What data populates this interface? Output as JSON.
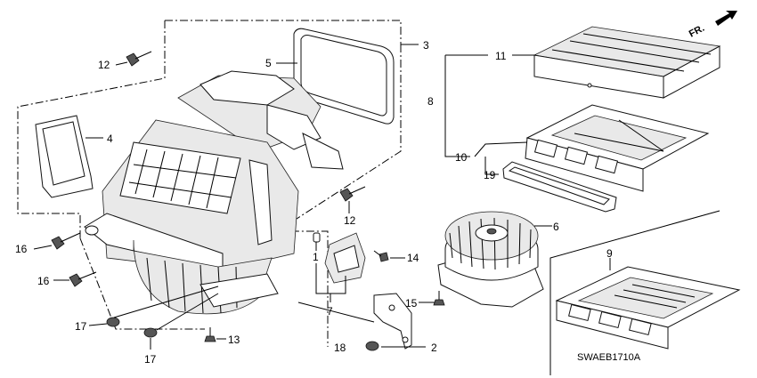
{
  "diagram": {
    "orientation_mark": "FR.",
    "drawing_code": "SWAEB1710A",
    "callouts": {
      "c1": "1",
      "c2": "2",
      "c3": "3",
      "c4": "4",
      "c5": "5",
      "c6": "6",
      "c7": "7",
      "c8": "8",
      "c9": "9",
      "c10": "10",
      "c11": "11",
      "c12a": "12",
      "c12b": "12",
      "c13": "13",
      "c14": "14",
      "c15": "15",
      "c16a": "16",
      "c16b": "16",
      "c17a": "17",
      "c17b": "17",
      "c18": "18",
      "c19": "19"
    }
  }
}
